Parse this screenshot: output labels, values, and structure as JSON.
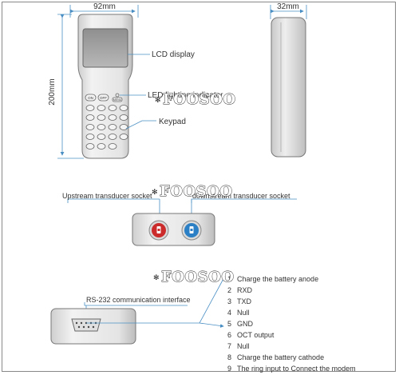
{
  "dimensions": {
    "width_label": "92mm",
    "height_label": "200mm",
    "depth_label": "32mm"
  },
  "callouts": {
    "lcd": "LCD display",
    "led": "LED lighting indicator",
    "keypad": "Keypad"
  },
  "keypad_keys": [
    "ON",
    "OFF",
    "MENU"
  ],
  "sockets": {
    "upstream": "Upstream transducer socket",
    "downstream": "downstream transducer socket"
  },
  "rs232": {
    "label": "RS-232 communication interface",
    "pins": [
      "Charge the battery anode",
      "RXD",
      "TXD",
      "Null",
      "GND",
      "OCT output",
      "Null",
      "Charge the battery cathode",
      "The ring input to Connect the modem"
    ]
  },
  "watermark": "FOOSOO",
  "colors": {
    "line": "#4a8fc4",
    "upstream_socket": "#cc2b2b",
    "downstream_socket": "#2b7fc4",
    "device_body": "#e6e6e6"
  }
}
